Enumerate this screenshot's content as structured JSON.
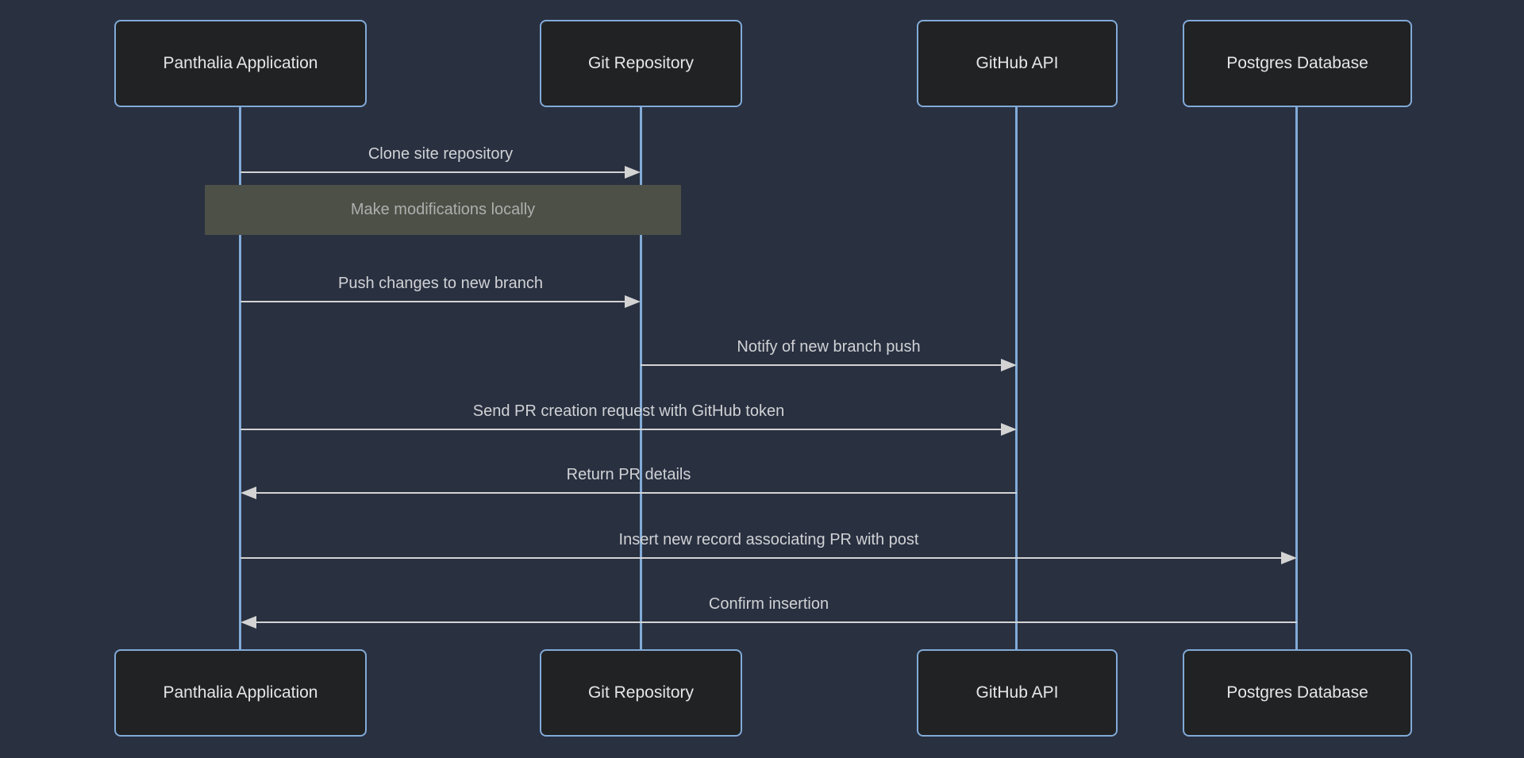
{
  "diagram": {
    "kind": "sequence-diagram",
    "colors": {
      "background": "#293040",
      "actor_fill": "#212224",
      "actor_border": "#81aad8",
      "actor_text": "#e4e6e8",
      "lifeline": "#82abd8",
      "signal_line": "#d3d3d3",
      "signal_text": "#d0d2d5",
      "note_fill": "#4d5047",
      "note_text": "#aeaeae"
    }
  },
  "actors": [
    {
      "id": "panthalia",
      "label": "Panthalia Application"
    },
    {
      "id": "git",
      "label": "Git Repository"
    },
    {
      "id": "github",
      "label": "GitHub API"
    },
    {
      "id": "postgres",
      "label": "Postgres Database"
    }
  ],
  "messages": [
    {
      "type": "signal",
      "from": "panthalia",
      "to": "git",
      "direction": "right",
      "label": "Clone site repository"
    },
    {
      "type": "note",
      "over": "panthalia,git",
      "label": "Make modifications locally"
    },
    {
      "type": "signal",
      "from": "panthalia",
      "to": "git",
      "direction": "right",
      "label": "Push changes to new branch"
    },
    {
      "type": "signal",
      "from": "git",
      "to": "github",
      "direction": "right",
      "label": "Notify of new branch push"
    },
    {
      "type": "signal",
      "from": "panthalia",
      "to": "github",
      "direction": "right",
      "label": "Send PR creation request with GitHub token"
    },
    {
      "type": "signal",
      "from": "github",
      "to": "panthalia",
      "direction": "left",
      "label": "Return PR details"
    },
    {
      "type": "signal",
      "from": "panthalia",
      "to": "postgres",
      "direction": "right",
      "label": "Insert new record associating PR with post"
    },
    {
      "type": "signal",
      "from": "postgres",
      "to": "panthalia",
      "direction": "left",
      "label": "Confirm insertion"
    }
  ]
}
